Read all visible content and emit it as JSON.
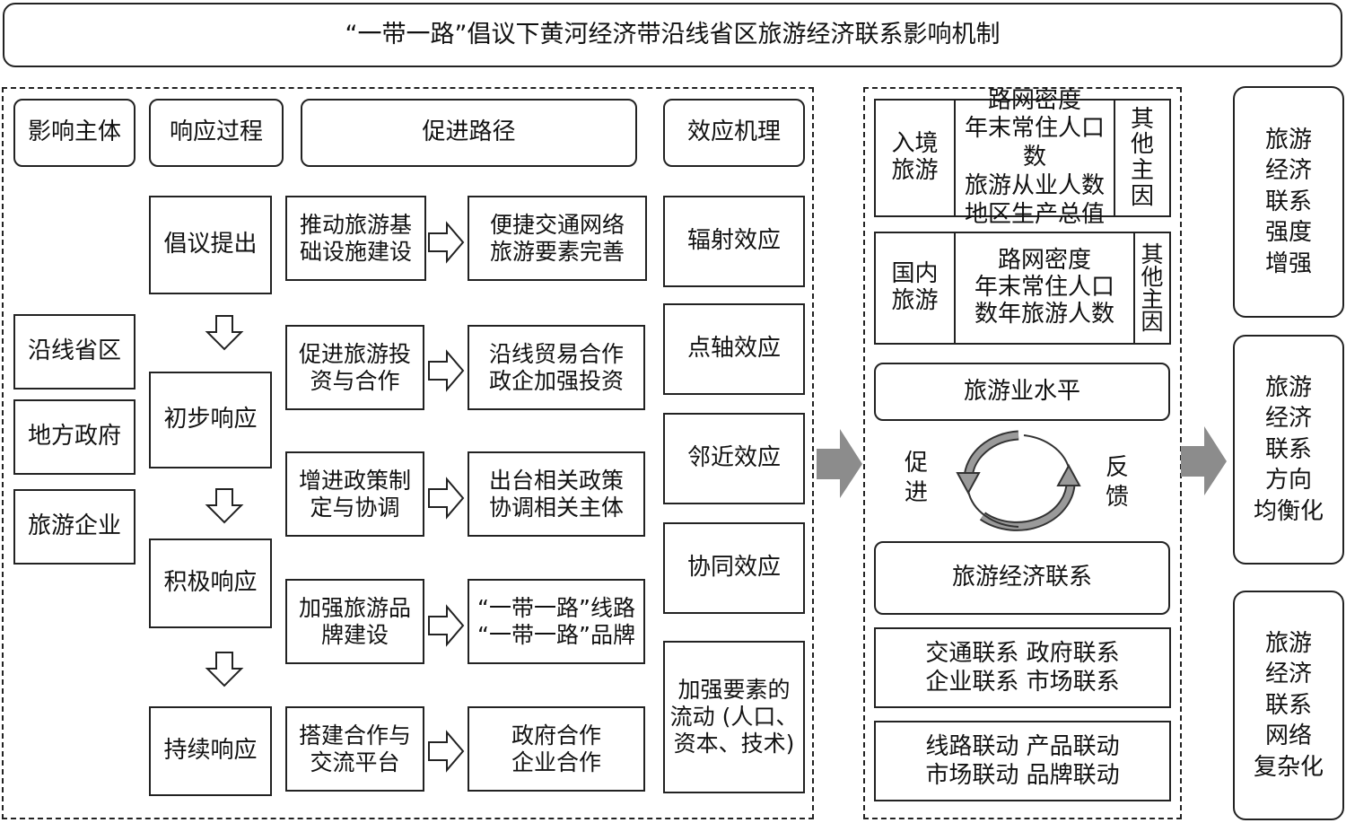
{
  "title": "“一带一路”倡议下黄河经济带沿线省区旅游经济联系影响机制",
  "headers": {
    "subject": "影响主体",
    "response": "响应过程",
    "path": "促进路径",
    "effect": "效应机理"
  },
  "subjects": [
    "沿线省区",
    "地方政府",
    "旅游企业"
  ],
  "stages": [
    "倡议提出",
    "初步响应",
    "积极响应",
    "持续响应"
  ],
  "actions": [
    "推动旅游基\n础设施建设",
    "促进旅游投\n资与合作",
    "增进政策制\n定与协调",
    "加强旅游品\n牌建设",
    "搭建合作与\n交流平台"
  ],
  "outcomes": [
    "便捷交通网络\n旅游要素完善",
    "沿线贸易合作\n政企加强投资",
    "出台相关政策\n协调相关主体",
    "“一带一路”线路\n“一带一路”品牌",
    "政府合作\n企业合作"
  ],
  "effects": [
    "辐射效应",
    "点轴效应",
    "邻近效应",
    "协同效应",
    "加强要素的\n流动 (人口、\n资本、技术)"
  ],
  "factors": {
    "inbound": {
      "label": "入境\n旅游",
      "items": "路网密度\n年末常住人口数\n旅游从业人数\n地区生产总值",
      "other": "其\n他\n主\n因"
    },
    "domestic": {
      "label": "国内\n旅游",
      "items": "路网密度\n年末常住人口\n数年旅游人数",
      "other": "其\n他\n主\n因"
    }
  },
  "cycle": {
    "top": "旅游业水平",
    "left": "促\n进",
    "right": "反\n馈",
    "bottom": "旅游经济联系"
  },
  "linkages": {
    "connections": "交通联系  政府联系\n企业联系  市场联系",
    "interactions": "线路联动  产品联动\n市场联动  品牌联动"
  },
  "results": [
    "旅游\n经济\n联系\n强度\n增强",
    "旅游\n经济\n联系\n方向\n均衡化",
    "旅游\n经济\n联系\n网络\n复杂化"
  ]
}
